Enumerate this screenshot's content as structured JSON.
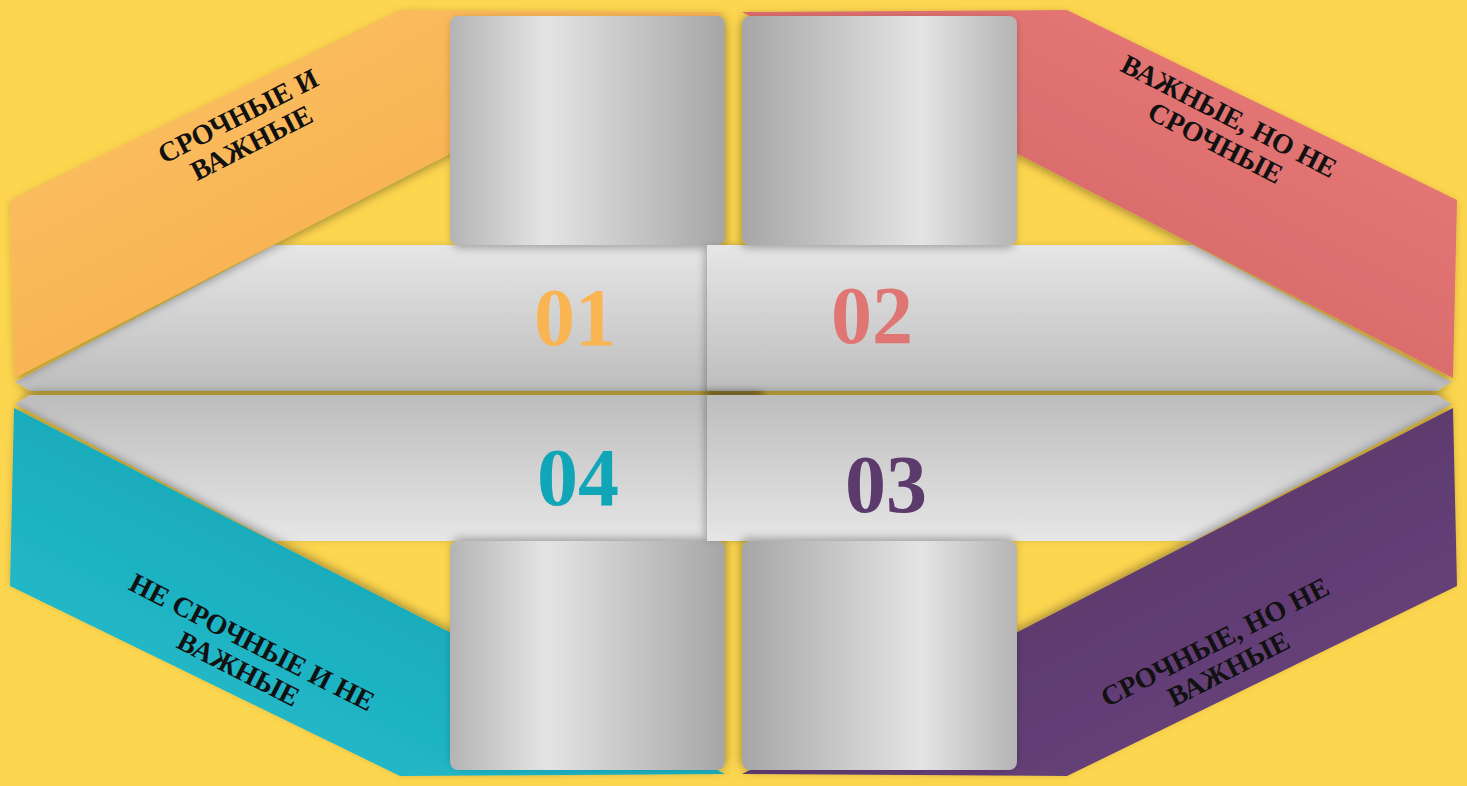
{
  "diagram": {
    "nodes": [
      {
        "text": [
          "СРОЧНЫЕ И ВАЖНЫЕ",
          "01"
        ]
      },
      {
        "text": [
          "ВАЖНЫЕ, НО НЕ СРОЧНЫЕ",
          "02"
        ]
      },
      {
        "text": [
          "НЕ СРОЧНЫЕ И НЕ ВАЖНЫЕ",
          "04"
        ]
      },
      {
        "text": [
          "СРОЧНЫЕ, НО НЕ ВАЖНЫЕ",
          "03"
        ]
      }
    ]
  }
}
